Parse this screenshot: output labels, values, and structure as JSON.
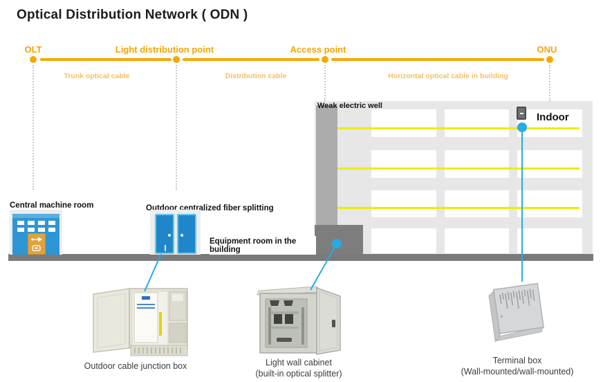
{
  "title": "Optical Distribution Network ( ODN )",
  "colors": {
    "accent_orange": "#F5A800",
    "accent_orange_light": "#F8BE5C",
    "cable_yellow": "#EDED00",
    "connector_blue": "#29ABE2",
    "building_gray": "#E7E7E7",
    "well_gray": "#ACACAC",
    "equipment_gray": "#7D7D7D",
    "icon_blue": "#2E96D5"
  },
  "icons": {
    "timeline_node": "orange-dot",
    "terminal_box_indoor": "small-gray-wall-box",
    "central_machine_room": "blue-building-with-orange-door",
    "fiber_splitting_cabinet": "double-blue-doors"
  },
  "timeline": {
    "nodes": [
      {
        "label": "OLT"
      },
      {
        "label": "Light distribution point"
      },
      {
        "label": "Access point"
      },
      {
        "label": "ONU"
      }
    ],
    "segments": [
      {
        "label": "Trunk optical cable"
      },
      {
        "label": "Distribution cable"
      },
      {
        "label": "Horizontal optical cable in building"
      }
    ]
  },
  "scene": {
    "central_machine_room_label": "Central machine room",
    "fiber_splitting_label": "Outdoor centralized fiber splitting",
    "equipment_room_label": "Equipment room in the building",
    "weak_electric_well_label": "Weak electric well",
    "indoor_label": "Indoor"
  },
  "equipment": [
    {
      "caption_line1": "Outdoor cable junction box",
      "caption_line2": ""
    },
    {
      "caption_line1": "Light wall cabinet",
      "caption_line2": "(built-in optical splitter)"
    },
    {
      "caption_line1": "Terminal box",
      "caption_line2": "(Wall-mounted/wall-mounted)"
    }
  ]
}
